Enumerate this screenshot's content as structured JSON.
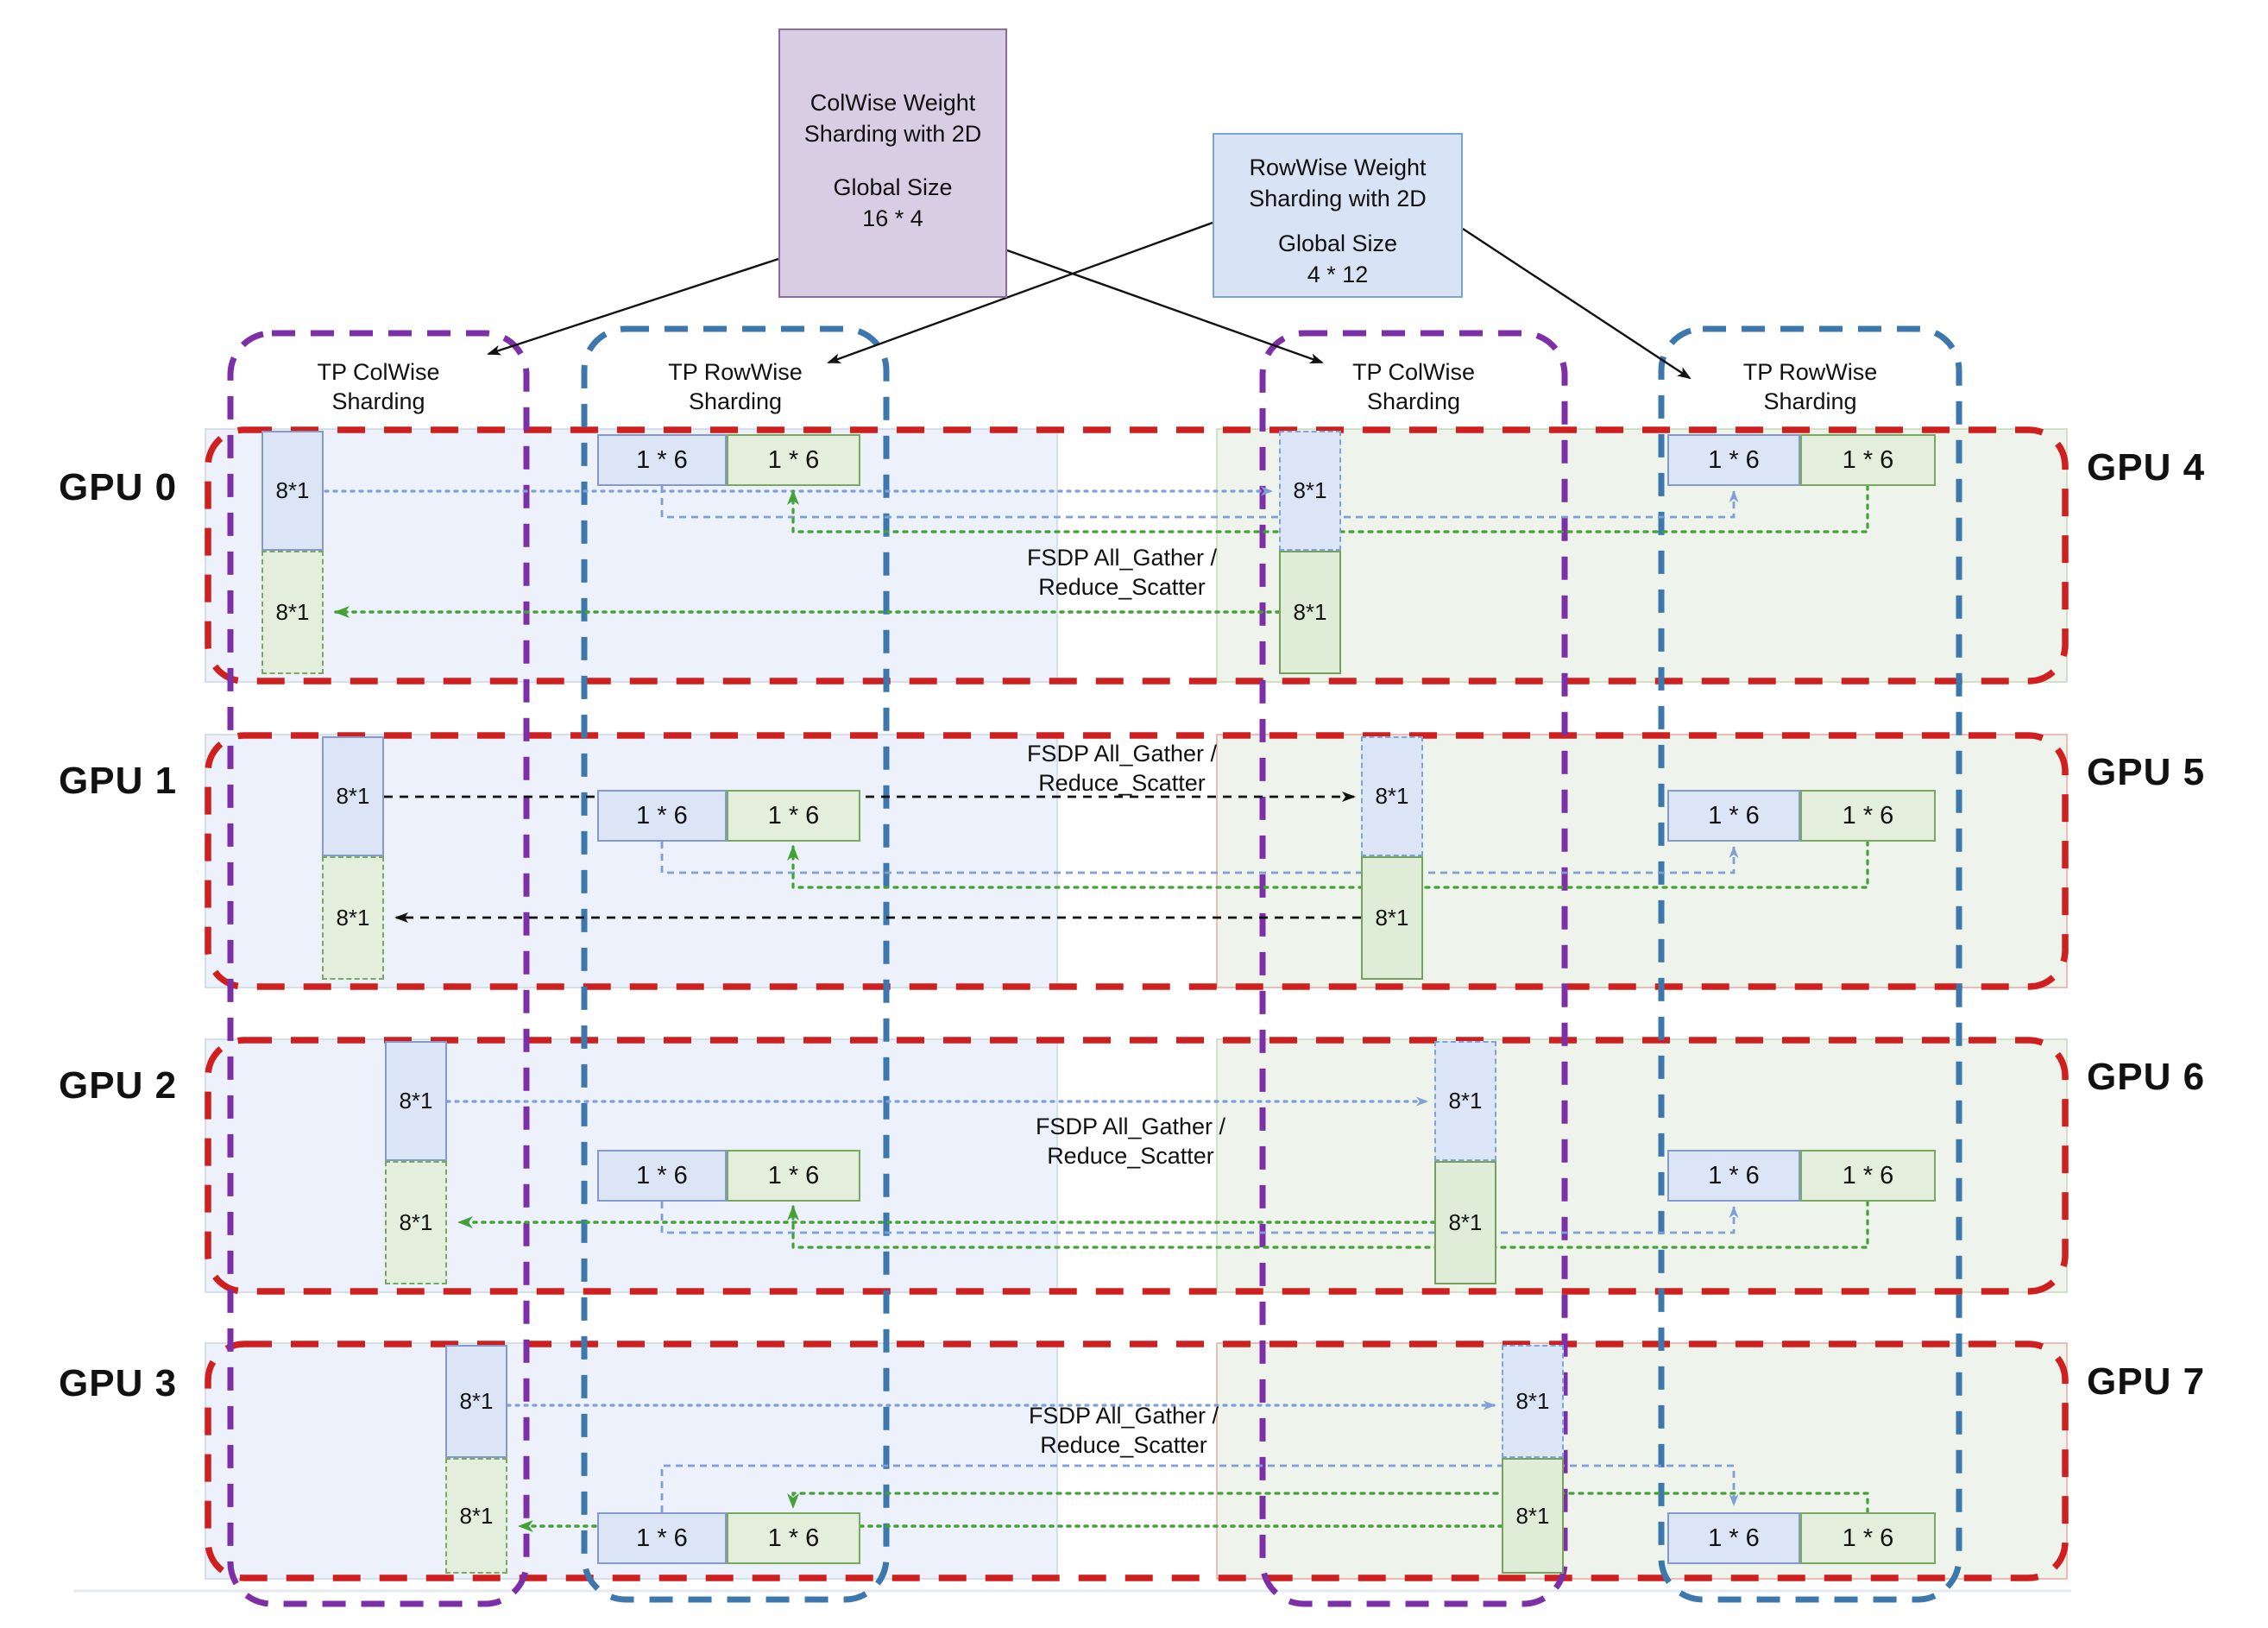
{
  "top_boxes": {
    "colwise": {
      "title": "ColWise Weight Sharding with 2D",
      "subtitle": "Global Size",
      "size": "16 * 4"
    },
    "rowwise": {
      "title": "RowWise Weight Sharding with 2D",
      "subtitle": "Global Size",
      "size": "4 * 12"
    }
  },
  "columns": [
    {
      "line1": "TP ColWise",
      "line2": "Sharding"
    },
    {
      "line1": "TP RowWise",
      "line2": "Sharding"
    },
    {
      "line1": "TP ColWise",
      "line2": "Sharding"
    },
    {
      "line1": "TP RowWise",
      "line2": "Sharding"
    }
  ],
  "rows": [
    {
      "left_gpu": "GPU 0",
      "right_gpu": "GPU 4"
    },
    {
      "left_gpu": "GPU 1",
      "right_gpu": "GPU 5"
    },
    {
      "left_gpu": "GPU 2",
      "right_gpu": "GPU 6"
    },
    {
      "left_gpu": "GPU 3",
      "right_gpu": "GPU 7"
    }
  ],
  "fsdp_label": {
    "line1": "FSDP All_Gather /",
    "line2": "Reduce_Scatter"
  },
  "shards": {
    "col_label": "8*1",
    "row_label": "1 * 6"
  },
  "colors": {
    "red_dash": "#cf1f1f",
    "purple_dash": "#7d2fa8",
    "blue_dash": "#3c78ad",
    "blue_shard_fill": "#dbe5f6",
    "blue_shard_border": "#8499cc",
    "green_shard_fill": "#e3eedd",
    "green_shard_border": "#79a95e",
    "left_row_bg": "#edf1fb",
    "right_row_bg": "#eef4eb",
    "colwise_box_fill": "#d9cde3",
    "colwise_box_border": "#8b6aa8",
    "rowwise_box_fill": "#d8e3f5",
    "rowwise_box_border": "#7aa3d4",
    "blue_arrow": "#7e9fd8",
    "green_arrow": "#44a136",
    "black_arrow": "#111111"
  }
}
